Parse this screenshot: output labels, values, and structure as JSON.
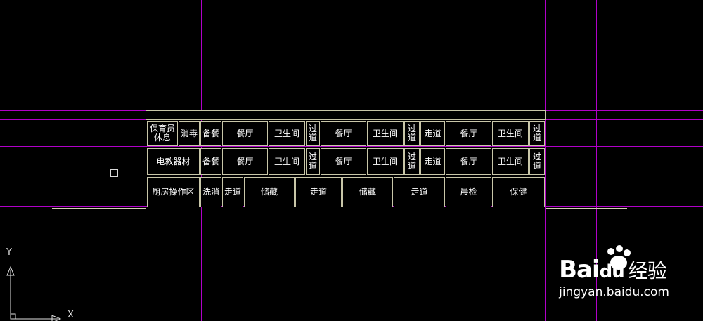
{
  "window": {
    "title": ""
  },
  "plan": {
    "row1": [
      "保育员\n休息",
      "消毒",
      "备餐",
      "餐厅",
      "卫生间",
      "过道",
      "餐厅",
      "卫生间",
      "过道",
      "走道",
      "餐厅",
      "卫生间",
      "过道"
    ],
    "row2": [
      "电教器材",
      "备餐",
      "餐厅",
      "卫生间",
      "过道",
      "餐厅",
      "卫生间",
      "过道",
      "走道",
      "餐厅",
      "卫生间",
      "过道"
    ],
    "row3": [
      "厨房操作区",
      "洗消",
      "走道",
      "储藏",
      "走道",
      "储藏",
      "走道",
      "晨检",
      "保健"
    ]
  },
  "axes": {
    "y_label": "Y",
    "x_label": "X"
  },
  "watermark": {
    "brand": "Bai",
    "brand2": "du",
    "product": "经验",
    "url": "jingyan.baidu.com"
  },
  "colors": {
    "background": "#000000",
    "guide": "#b000c8",
    "wall": "#d0cfb4"
  }
}
